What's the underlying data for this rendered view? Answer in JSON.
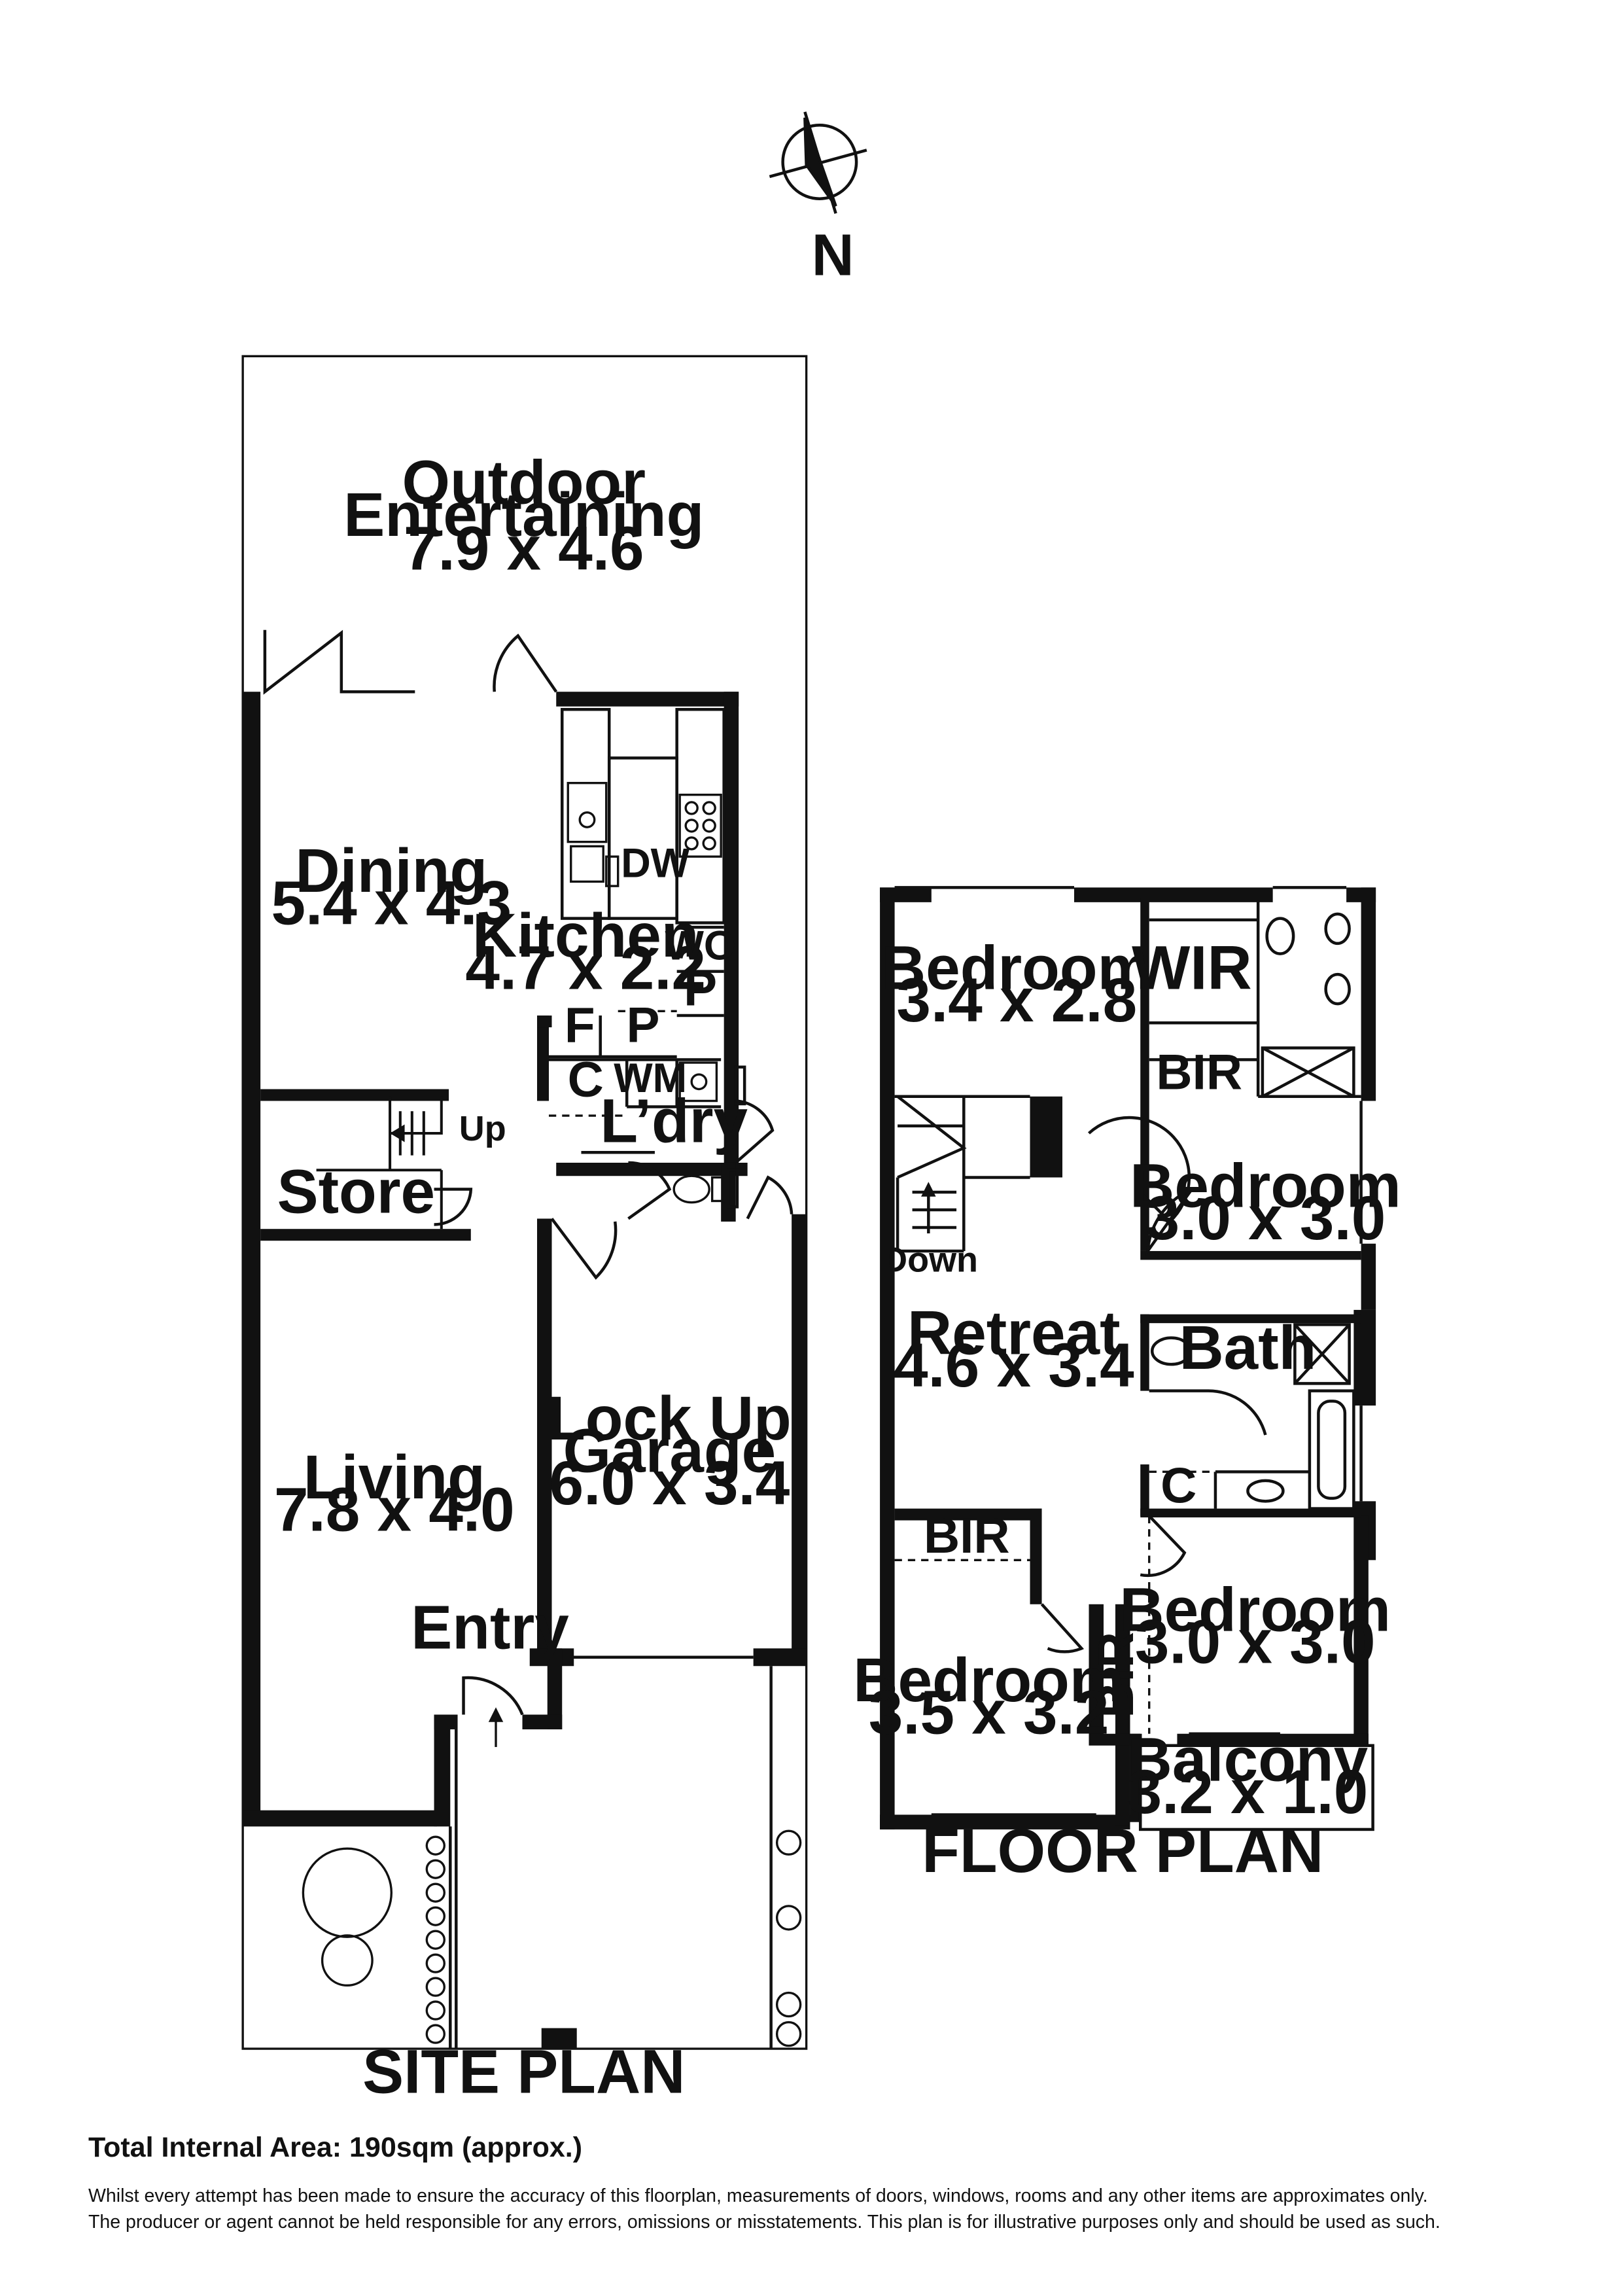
{
  "compass": {
    "label": "N"
  },
  "site_plan": {
    "caption": "SITE PLAN",
    "rooms": {
      "outdoor": [
        "Outdoor",
        "Entertaining",
        "7.9 x 4.6"
      ],
      "dining": [
        "Dining",
        "5.4 x 4.3"
      ],
      "kitchen": [
        "Kitchen",
        "4.7 x 2.2"
      ],
      "living": [
        "Living",
        "7.8 x 4.0"
      ],
      "garage": [
        "Lock Up",
        "Garage",
        "6.0 x 3.4"
      ]
    },
    "labels": {
      "dw": "DW",
      "wo": "WO",
      "p": "P",
      "f": "F",
      "c": "C",
      "wm": "WM",
      "laundry": "L’dry",
      "store": "Store",
      "up": "Up",
      "entry": "Entry"
    }
  },
  "floor_plan": {
    "caption": "FLOOR PLAN",
    "rooms": {
      "bed1": [
        "Bedroom",
        "3.4 x 2.8"
      ],
      "bed2": [
        "Bedroom",
        "3.0 x 3.0"
      ],
      "retreat": [
        "Retreat",
        "4.6 x 3.4"
      ],
      "bed3": [
        "Bedroom",
        "3.0 x 3.0"
      ],
      "bed4": [
        "Bedroom",
        "3.5 x 3.2"
      ],
      "balcony": [
        "Balcony",
        "3.2 x 1.0"
      ]
    },
    "labels": {
      "wir": "WIR",
      "bir": "BIR",
      "bath": "Bath",
      "c": "C",
      "down": "Down"
    }
  },
  "footer": {
    "area": "Total Internal Area: 190sqm (approx.)",
    "disclaimer_1": "Whilst every attempt has been made to ensure the accuracy of this floorplan, measurements of doors, windows, rooms and any other items are approximates only.",
    "disclaimer_2": "The producer or agent cannot be held responsible for any errors, omissions or misstatements. This plan is for illustrative purposes only and should be used as such."
  }
}
